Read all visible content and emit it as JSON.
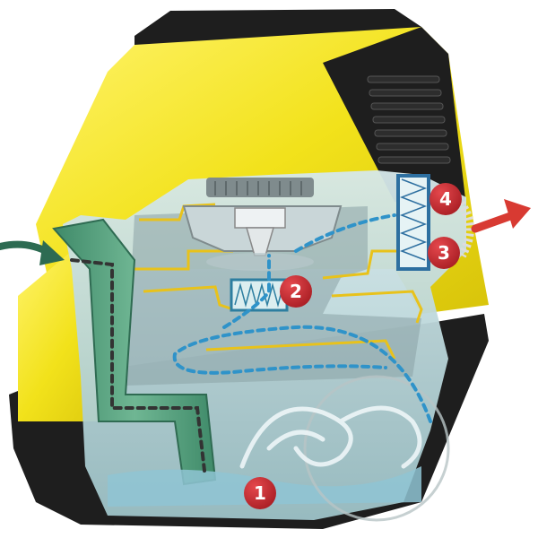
{
  "diagram": {
    "colors": {
      "housing_yellow": "#f2e21b",
      "housing_black": "#1e1e1e",
      "cutaway_water": "#bcd9dc",
      "duct_green": "#4f9a7a",
      "flow_blue": "#2f93c9",
      "flow_dark": "#333333",
      "exhaust_red": "#d83a32",
      "callout_red": "#c1272d",
      "frame_yellow": "#e8c21b"
    },
    "callouts": [
      {
        "label": "1"
      },
      {
        "label": "2"
      },
      {
        "label": "3"
      },
      {
        "label": "4"
      }
    ],
    "icons": {
      "intake": "curved-arrow-icon",
      "exhaust": "arrow-right-icon"
    }
  }
}
